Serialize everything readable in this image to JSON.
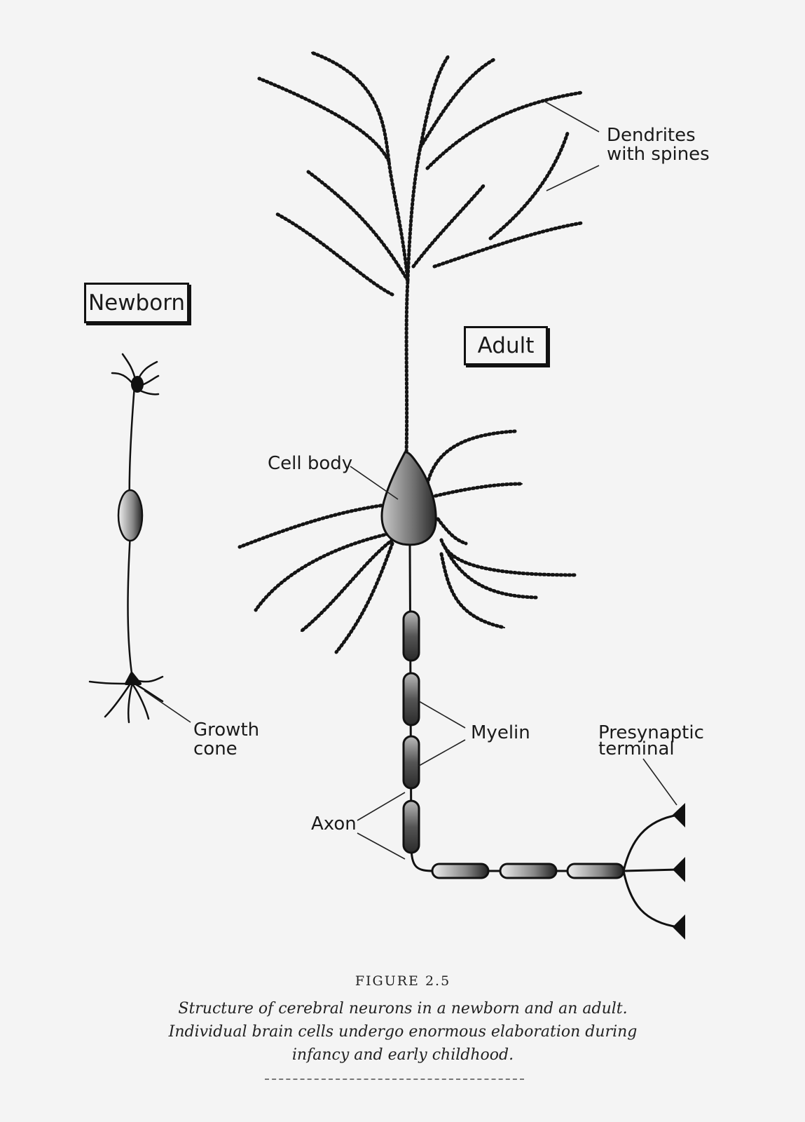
{
  "labels": {
    "newborn": "Newborn",
    "adult": "Adult",
    "dendrites_line1": "Dendrites",
    "dendrites_line2": "with spines",
    "cell_body": "Cell body",
    "growth_line1": "Growth",
    "growth_line2": "cone",
    "myelin": "Myelin",
    "presynaptic_line1": "Presynaptic",
    "presynaptic_line2": "terminal",
    "axon": "Axon"
  },
  "caption": {
    "figure_number": "FIGURE 2.5",
    "line1": "Structure of cerebral neurons in a newborn and an adult.",
    "line2": "Individual brain cells undergo enormous elaboration during",
    "line3": "infancy and early childhood."
  }
}
